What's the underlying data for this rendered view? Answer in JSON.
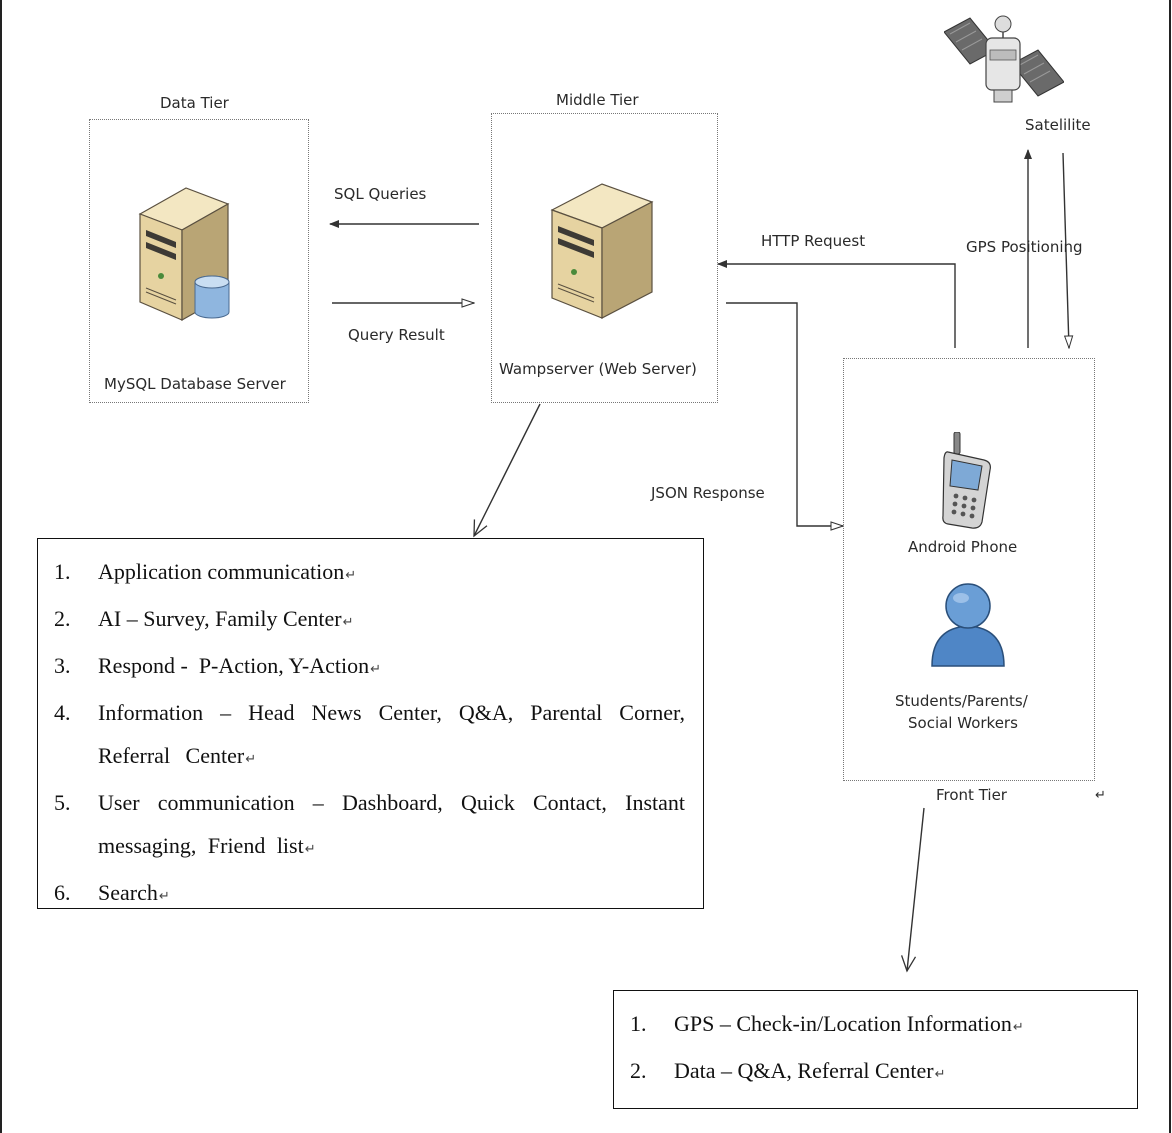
{
  "tiers": {
    "data_tier": {
      "label": "Data Tier",
      "server": "MySQL Database Server",
      "icon": "database-server-icon"
    },
    "middle_tier": {
      "label": "Middle Tier",
      "server": "Wampserver (Web Server)",
      "icon": "web-server-icon"
    },
    "front_tier": {
      "label": "Front Tier",
      "device": "Android Phone",
      "users": [
        "Students/Parents/",
        "Social Workers"
      ],
      "icons": [
        "phone-icon",
        "user-icon"
      ]
    },
    "satellite": {
      "label": "Satelilite",
      "icon": "satellite-icon"
    }
  },
  "connections": {
    "sql_queries": "SQL Queries",
    "query_result": "Query Result",
    "http_request": "HTTP Request",
    "json_response": "JSON Response",
    "gps_positioning": "GPS Positioning"
  },
  "middle_functions": [
    {
      "num": "1.",
      "text": "Application communication"
    },
    {
      "num": "2.",
      "text": "AI – Survey, Family Center"
    },
    {
      "num": "3.",
      "text": "Respond -  P-Action, Y-Action"
    },
    {
      "num": "4.",
      "text": "Information – Head News Center, Q&A, Parental Corner, Referral Center"
    },
    {
      "num": "5.",
      "text": "User communication – Dashboard, Quick Contact, Instant messaging, Friend list"
    },
    {
      "num": "6.",
      "text": "Search"
    }
  ],
  "front_functions": [
    {
      "num": "1.",
      "text": "GPS – Check-in/Location Information"
    },
    {
      "num": "2.",
      "text": "Data – Q&A, Referral Center"
    }
  ],
  "return_mark": "↵",
  "colors": {
    "server": "#e8d6a8",
    "server_dark": "#5a5040",
    "cylinder": "#8fb6df",
    "user": "#4f86c6",
    "line": "#333333"
  }
}
